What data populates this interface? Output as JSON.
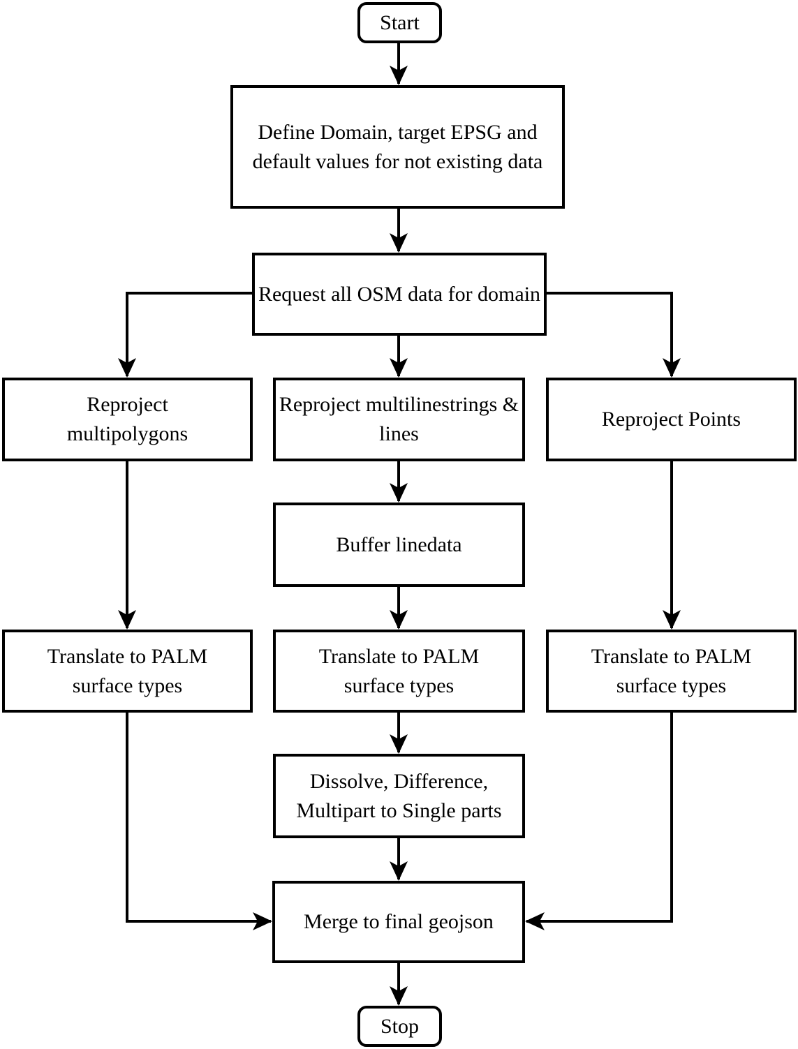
{
  "diagram": {
    "type": "flowchart",
    "colors": {
      "stroke": "#000000",
      "node_fill": "#ffffff",
      "text": "#000000",
      "background": "#ffffff"
    },
    "nodes": {
      "start": {
        "label": "Start",
        "shape": "rounded-terminal"
      },
      "define_domain": {
        "label": "Define Domain, target EPSG and default values for not existing data",
        "shape": "process"
      },
      "request_osm": {
        "label": "Request all OSM data for domain",
        "shape": "process"
      },
      "reproject_multipolygons": {
        "label": "Reproject multipolygons",
        "shape": "process"
      },
      "reproject_multilinestrings": {
        "label": "Reproject multilinestrings & lines",
        "shape": "process"
      },
      "reproject_points": {
        "label": "Reproject Points",
        "shape": "process"
      },
      "buffer_linedata": {
        "label": "Buffer linedata",
        "shape": "process"
      },
      "translate_left": {
        "label": "Translate to PALM surface types",
        "shape": "process"
      },
      "translate_middle": {
        "label": "Translate to PALM surface types",
        "shape": "process"
      },
      "translate_right": {
        "label": "Translate to PALM surface types",
        "shape": "process"
      },
      "dissolve": {
        "label": "Dissolve, Difference, Multipart to Single parts",
        "shape": "process"
      },
      "merge": {
        "label": "Merge to final geojson",
        "shape": "process"
      },
      "stop": {
        "label": "Stop",
        "shape": "rounded-terminal"
      }
    },
    "edges": [
      {
        "from": "start",
        "to": "define_domain"
      },
      {
        "from": "define_domain",
        "to": "request_osm"
      },
      {
        "from": "request_osm",
        "to": "reproject_multipolygons"
      },
      {
        "from": "request_osm",
        "to": "reproject_multilinestrings"
      },
      {
        "from": "request_osm",
        "to": "reproject_points"
      },
      {
        "from": "reproject_multipolygons",
        "to": "translate_left"
      },
      {
        "from": "reproject_multilinestrings",
        "to": "buffer_linedata"
      },
      {
        "from": "buffer_linedata",
        "to": "translate_middle"
      },
      {
        "from": "reproject_points",
        "to": "translate_right"
      },
      {
        "from": "translate_middle",
        "to": "dissolve"
      },
      {
        "from": "dissolve",
        "to": "merge"
      },
      {
        "from": "translate_left",
        "to": "merge"
      },
      {
        "from": "translate_right",
        "to": "merge"
      },
      {
        "from": "merge",
        "to": "stop"
      }
    ]
  }
}
